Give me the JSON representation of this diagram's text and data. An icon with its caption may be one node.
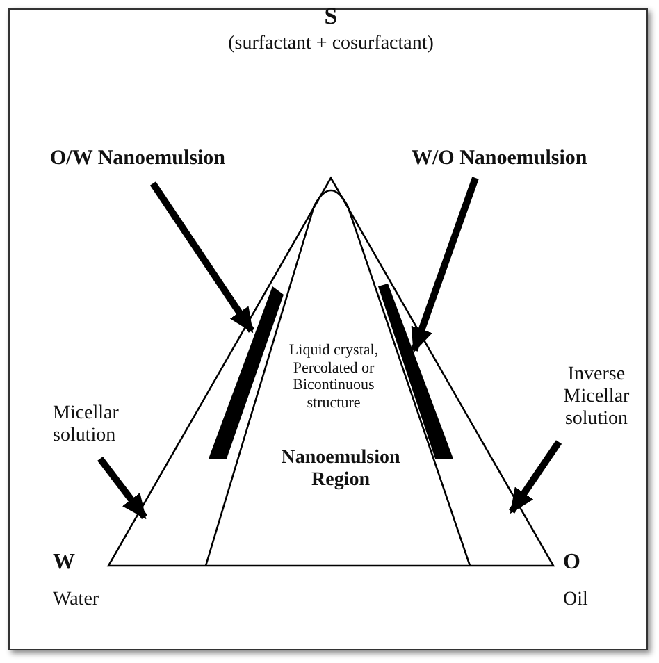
{
  "diagram": {
    "nodes": [
      {
        "text": [
          "O/W Nanoemulsion"
        ]
      },
      {
        "text": [],
        "shape": "polygon"
      },
      {
        "text": [
          "W/O Nanoemulsion"
        ]
      },
      {
        "text": [],
        "shape": "polygon"
      },
      {
        "text": [
          "Micellar solution"
        ]
      },
      {
        "text": [
          "Inverse Micellar solution"
        ]
      }
    ],
    "edges": [
      {
        "from": 0,
        "to": 1,
        "arrow": "to"
      },
      {
        "from": 2,
        "to": 3,
        "arrow": "to"
      },
      {
        "from": 4,
        "to": null,
        "arrow": "to"
      },
      {
        "from": 5,
        "to": null,
        "arrow": "to"
      }
    ],
    "labels": [
      "S",
      "(surfactant + cosurfactant)",
      "Liquid crystal, Percolated or Bicontinuous structure",
      "Nanoemulsion Region",
      "W",
      "Water",
      "O",
      "Oil"
    ]
  }
}
